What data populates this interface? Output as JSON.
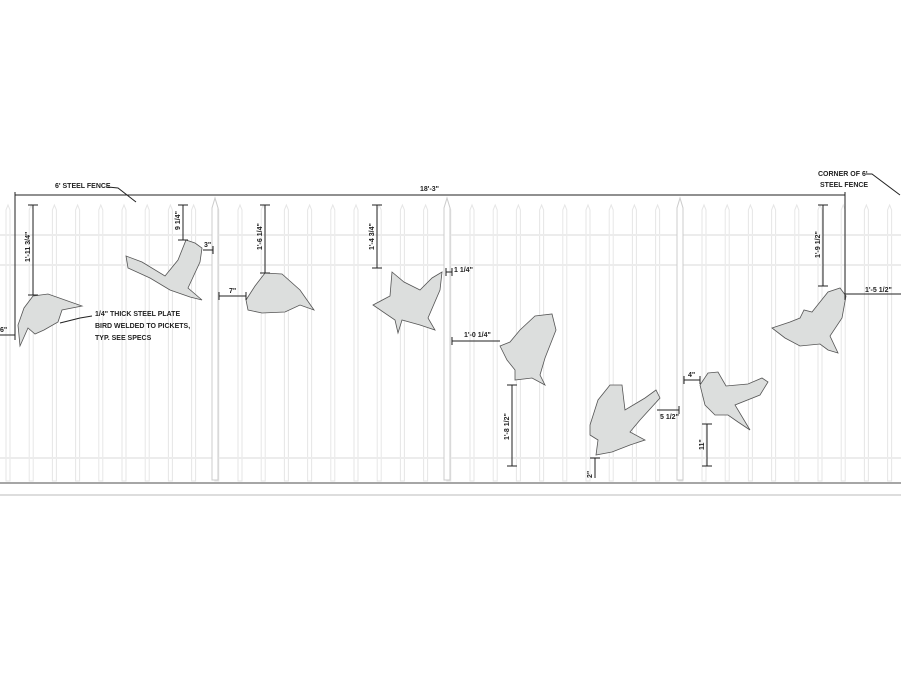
{
  "title_note": "6' STEEL FENCE",
  "corner_note": [
    "CORNER OF 6'",
    "STEEL FENCE"
  ],
  "overall_dimension": "18'-3\"",
  "bird_note": [
    "1/4\" THICK STEEL PLATE",
    "BIRD WELDED TO PICKETS,",
    "TYP. SEE SPECS"
  ],
  "dimensions": {
    "d1": "1'-11 3/4\"",
    "d2": "6\"",
    "d3": "9 1/4\"",
    "d4": "3\"",
    "d5": "1'-6 1/4\"",
    "d6": "7\"",
    "d7": "1'-4 3/4\"",
    "d8": "1 1/4\"",
    "d9": "1'-0 1/4\"",
    "d10": "1'-8 1/2\"",
    "d11": "2\"",
    "d12": "5 1/2\"",
    "d13": "4\"",
    "d14": "11\"",
    "d15": "1'-9 1/2\"",
    "d16": "1'-5 1/2\""
  },
  "colors": {
    "bird_fill": "#dcdedd",
    "line": "#222222",
    "picket": "#e6e6e6"
  }
}
